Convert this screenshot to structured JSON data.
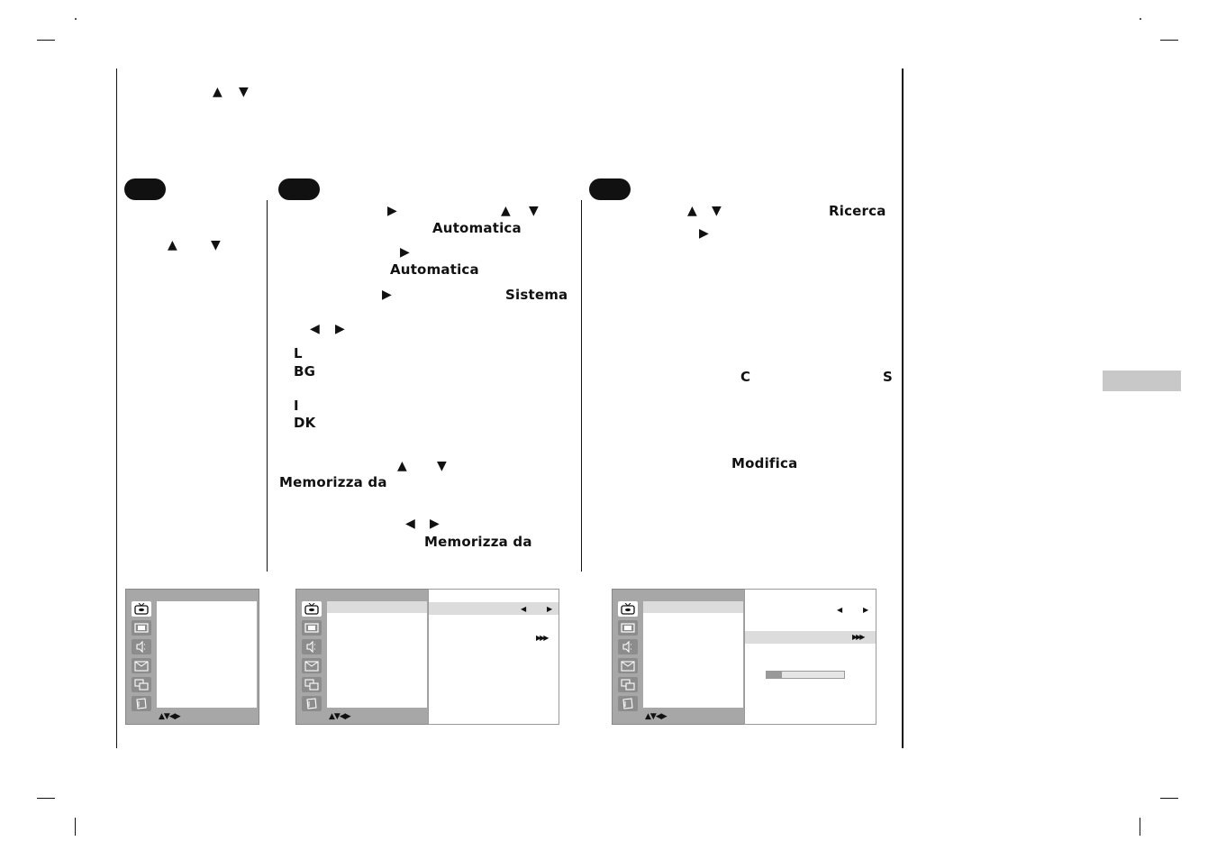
{
  "top": {
    "up_arrow": "▲",
    "down_arrow": "▼"
  },
  "col1": {
    "up_arrow": "▲",
    "down_arrow": "▼"
  },
  "col2": {
    "line1": {
      "right_arrow": "▶",
      "up_arrow": "▲",
      "down_arrow": "▼",
      "term": "Automatica"
    },
    "line2": {
      "right_arrow": "▶",
      "term": "Automatica"
    },
    "line3": {
      "right_arrow": "▶",
      "term": "Sistema"
    },
    "line4": {
      "left_arrow": "◀",
      "right_arrow": "▶"
    },
    "systems": [
      "L",
      "BG",
      "I",
      "DK"
    ],
    "line5": {
      "up_arrow": "▲",
      "down_arrow": "▼",
      "term": "Memorizza da"
    },
    "line6": {
      "left_arrow": "◀",
      "right_arrow": "▶",
      "term": "Memorizza da"
    }
  },
  "col3": {
    "line1": {
      "up_arrow": "▲",
      "down_arrow": "▼",
      "term": "Ricerca",
      "right_arrow": "▶"
    },
    "line2": {
      "letter_c": "C",
      "letter_s": "S"
    },
    "line3": {
      "term": "Modifica"
    }
  },
  "menus": {
    "nav_keys": "▲▼◀▶",
    "icons": [
      "tv-station-icon",
      "picture-icon",
      "sound-icon",
      "time-icon",
      "special-icon",
      "screen-icon"
    ],
    "menu2_submenu": {
      "left_arrow": "◀",
      "right_arrow": "▶",
      "go_arrows": "▶▶▶"
    },
    "menu3_submenu": {
      "left_arrow": "◀",
      "right_arrow": "▶",
      "go_arrows": "▶▶▶",
      "progress": 0.2
    }
  }
}
